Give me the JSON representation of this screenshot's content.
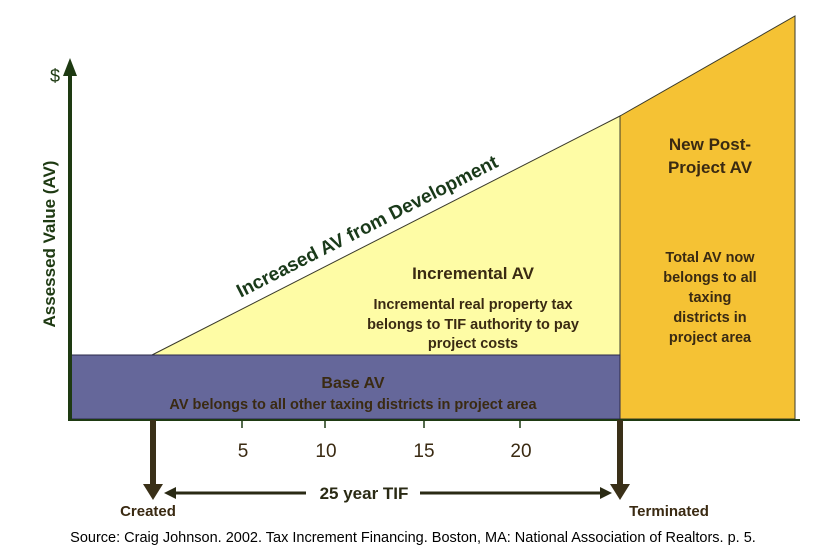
{
  "diagram": {
    "y_axis_symbol": "$",
    "y_axis_label": "Assessed Value (AV)",
    "diagonal_label": "Increased AV from Development",
    "incremental": {
      "title": "Incremental AV",
      "lines": [
        "Incremental real property tax",
        "belongs to TIF authority to pay",
        "project costs"
      ]
    },
    "base": {
      "title": "Base AV",
      "description": "AV belongs to all other taxing districts in project area"
    },
    "post_project": {
      "title_lines": [
        "New Post-",
        "Project AV"
      ],
      "lines": [
        "Total AV now",
        "belongs to all",
        "taxing",
        "districts in",
        "project area"
      ]
    },
    "ticks": [
      "5",
      "10",
      "15",
      "20"
    ],
    "timeline": {
      "start_label": "Created",
      "end_label": "Terminated",
      "span_label": "25 year TIF"
    },
    "colors": {
      "base_fill": "#65679a",
      "incremental_fill": "#fefca5",
      "post_fill": "#f5c234",
      "text_dark": "#3a2a12",
      "diagonal_text": "#1a3a1a",
      "axis": "#1e3a12"
    }
  },
  "source": "Source:  Craig Johnson. 2002. Tax Increment Financing. Boston, MA: National Association of Realtors. p. 5."
}
